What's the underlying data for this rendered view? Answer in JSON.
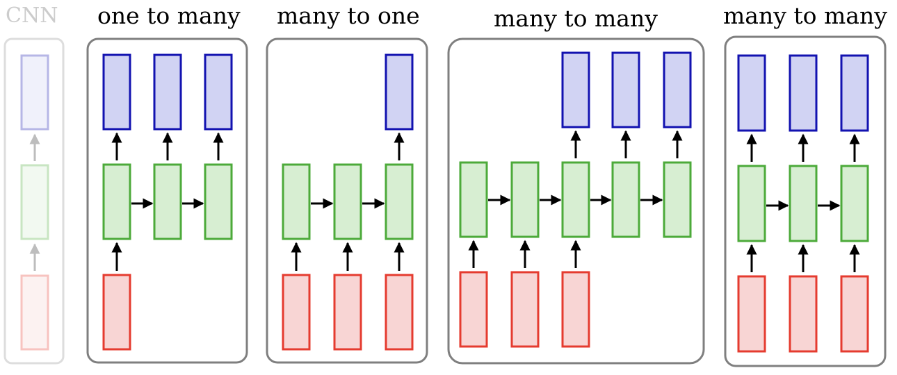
{
  "diagram": {
    "panels": [
      {
        "title": "CNN"
      },
      {
        "title": "one to many"
      },
      {
        "title": "many to one"
      },
      {
        "title": "many to many"
      },
      {
        "title": "many to many"
      }
    ]
  },
  "colors": {
    "input_fill": "#f8d5d4",
    "input_stroke": "#e53b2f",
    "hidden_fill": "#d7eed2",
    "hidden_stroke": "#4caa3a",
    "output_fill": "#d1d3f3",
    "output_stroke": "#1212b0",
    "panel_stroke": "#7f7f7f",
    "faded_stroke": "#dddddd",
    "arrow": "#000000",
    "faded_arrow": "#bdbdbd"
  }
}
